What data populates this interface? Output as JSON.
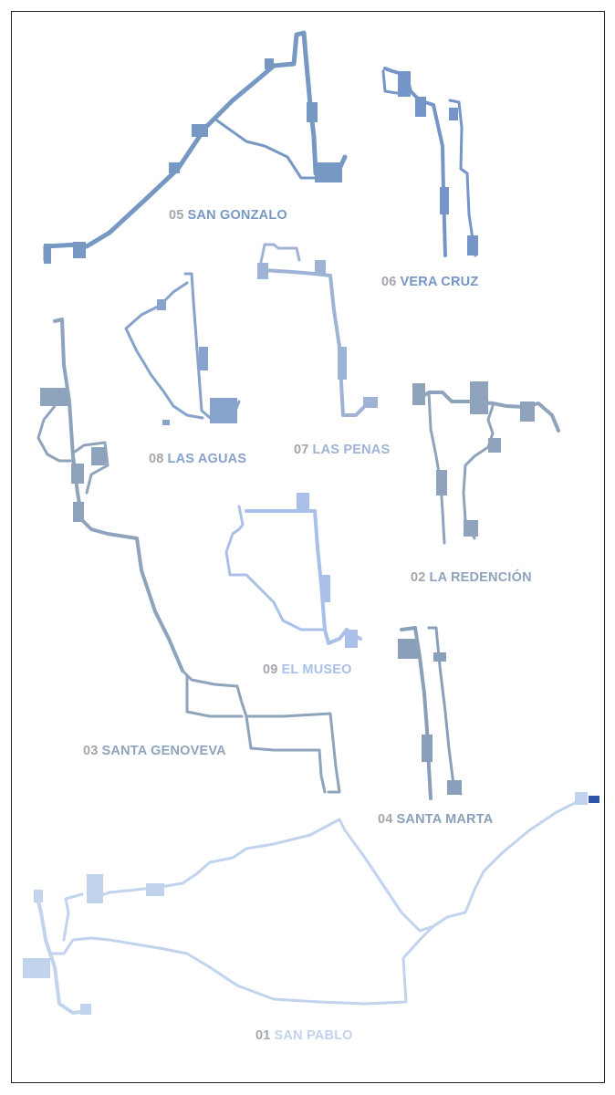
{
  "routes": [
    {
      "id": "05",
      "name": "SAN GONZALO",
      "color": "#7898c4"
    },
    {
      "id": "06",
      "name": "VERA CRUZ",
      "color": "#7595c8"
    },
    {
      "id": "08",
      "name": "LAS AGUAS",
      "color": "#87a3cc"
    },
    {
      "id": "07",
      "name": "LAS PENAS",
      "color": "#9fb3d6"
    },
    {
      "id": "02",
      "name": "LA REDENCIÓN",
      "color": "#8fa3bd"
    },
    {
      "id": "09",
      "name": "EL MUSEO",
      "color": "#abc0e8"
    },
    {
      "id": "03",
      "name": "SANTA GENOVEVA",
      "color": "#8ea3bc"
    },
    {
      "id": "04",
      "name": "SANTA MARTA",
      "color": "#8a9fb9"
    },
    {
      "id": "01",
      "name": "SAN PABLO",
      "color": "#c2d3ee"
    }
  ],
  "colors": {
    "number": "#a3a7ad",
    "frame": "#222222",
    "endpoint_marker": "#2f55a8"
  }
}
